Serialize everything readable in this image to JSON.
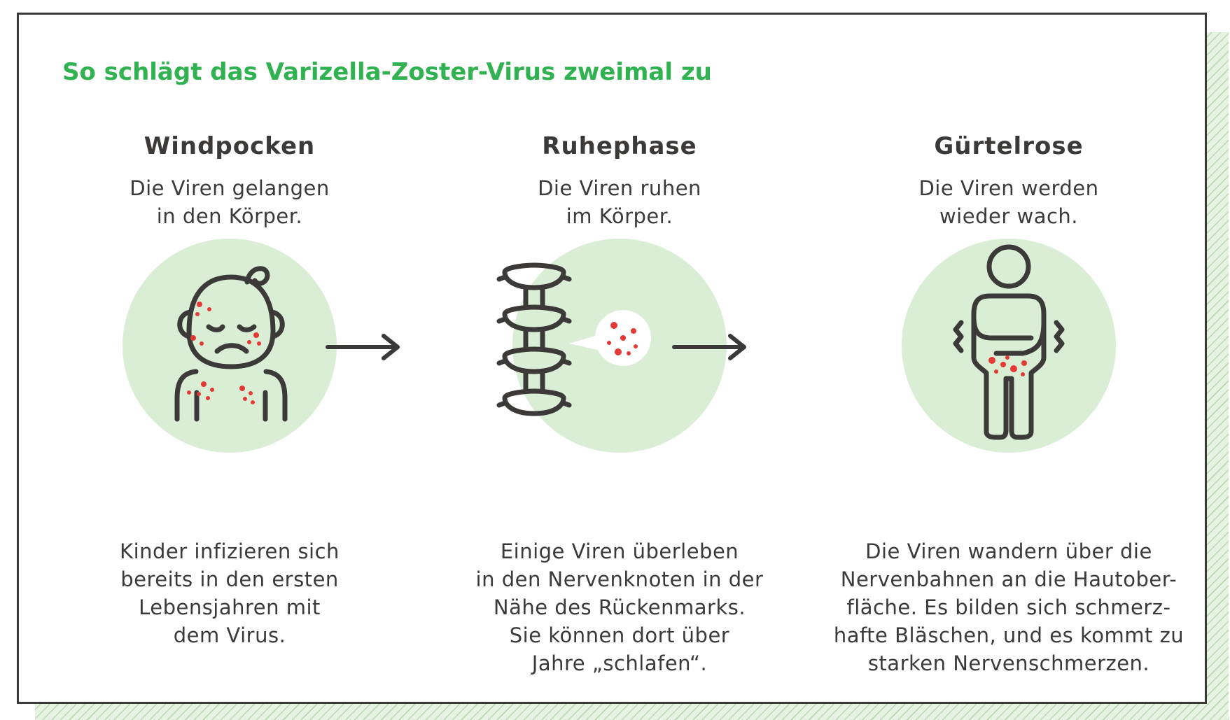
{
  "title": "So schlägt das Varizella-Zoster-Virus zweimal zu",
  "colors": {
    "title_green": "#2fb24f",
    "circle_green": "#d9eed5",
    "line_dark": "#3c3a38",
    "virus_red": "#e53935"
  },
  "steps": [
    {
      "title": "Windpocken",
      "subtitle": "Die Viren gelangen\nin den Körper.",
      "icon": "child-with-rash-icon",
      "description": "Kinder infizieren sich\nbereits in den ersten\nLebensjahren mit\ndem Virus."
    },
    {
      "title": "Ruhephase",
      "subtitle": "Die Viren ruhen\nim Körper.",
      "icon": "spine-with-virus-icon",
      "description": "Einige Viren überleben\nin den Nervenknoten in der\nNähe des Rückenmarks.\nSie können dort über\nJahre „schlafen“."
    },
    {
      "title": "Gürtelrose",
      "subtitle": "Die Viren werden\nwieder wach.",
      "icon": "person-in-pain-icon",
      "description": "Die Viren wandern über die\nNervenbahnen an die Hautober-\nfläche. Es bilden sich schmerz-\nhafte Bläschen, und es kommt zu\nstarken Nervenschmerzen."
    }
  ],
  "arrows": [
    "arrow-right-icon",
    "arrow-right-icon"
  ]
}
